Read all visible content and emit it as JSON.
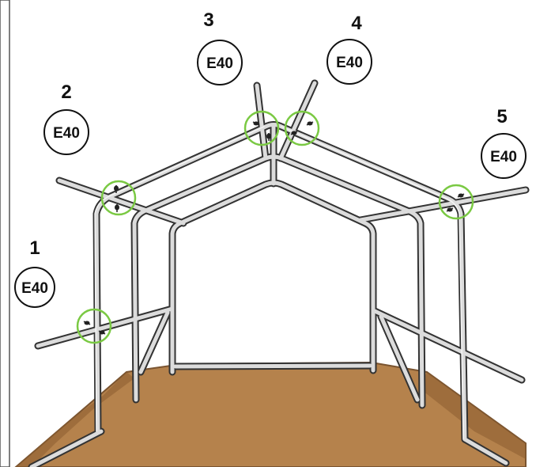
{
  "callouts": [
    {
      "number": "1",
      "code": "E40"
    },
    {
      "number": "2",
      "code": "E40"
    },
    {
      "number": "3",
      "code": "E40"
    },
    {
      "number": "4",
      "code": "E40"
    },
    {
      "number": "5",
      "code": "E40"
    }
  ],
  "colors": {
    "ground": "#b5824c",
    "ground_edge": "#7a5430",
    "frame_outline": "#333333",
    "frame_fill": "#d8d8d8",
    "highlight": "#7ac943"
  },
  "icons": [
    "bolt-icon"
  ]
}
